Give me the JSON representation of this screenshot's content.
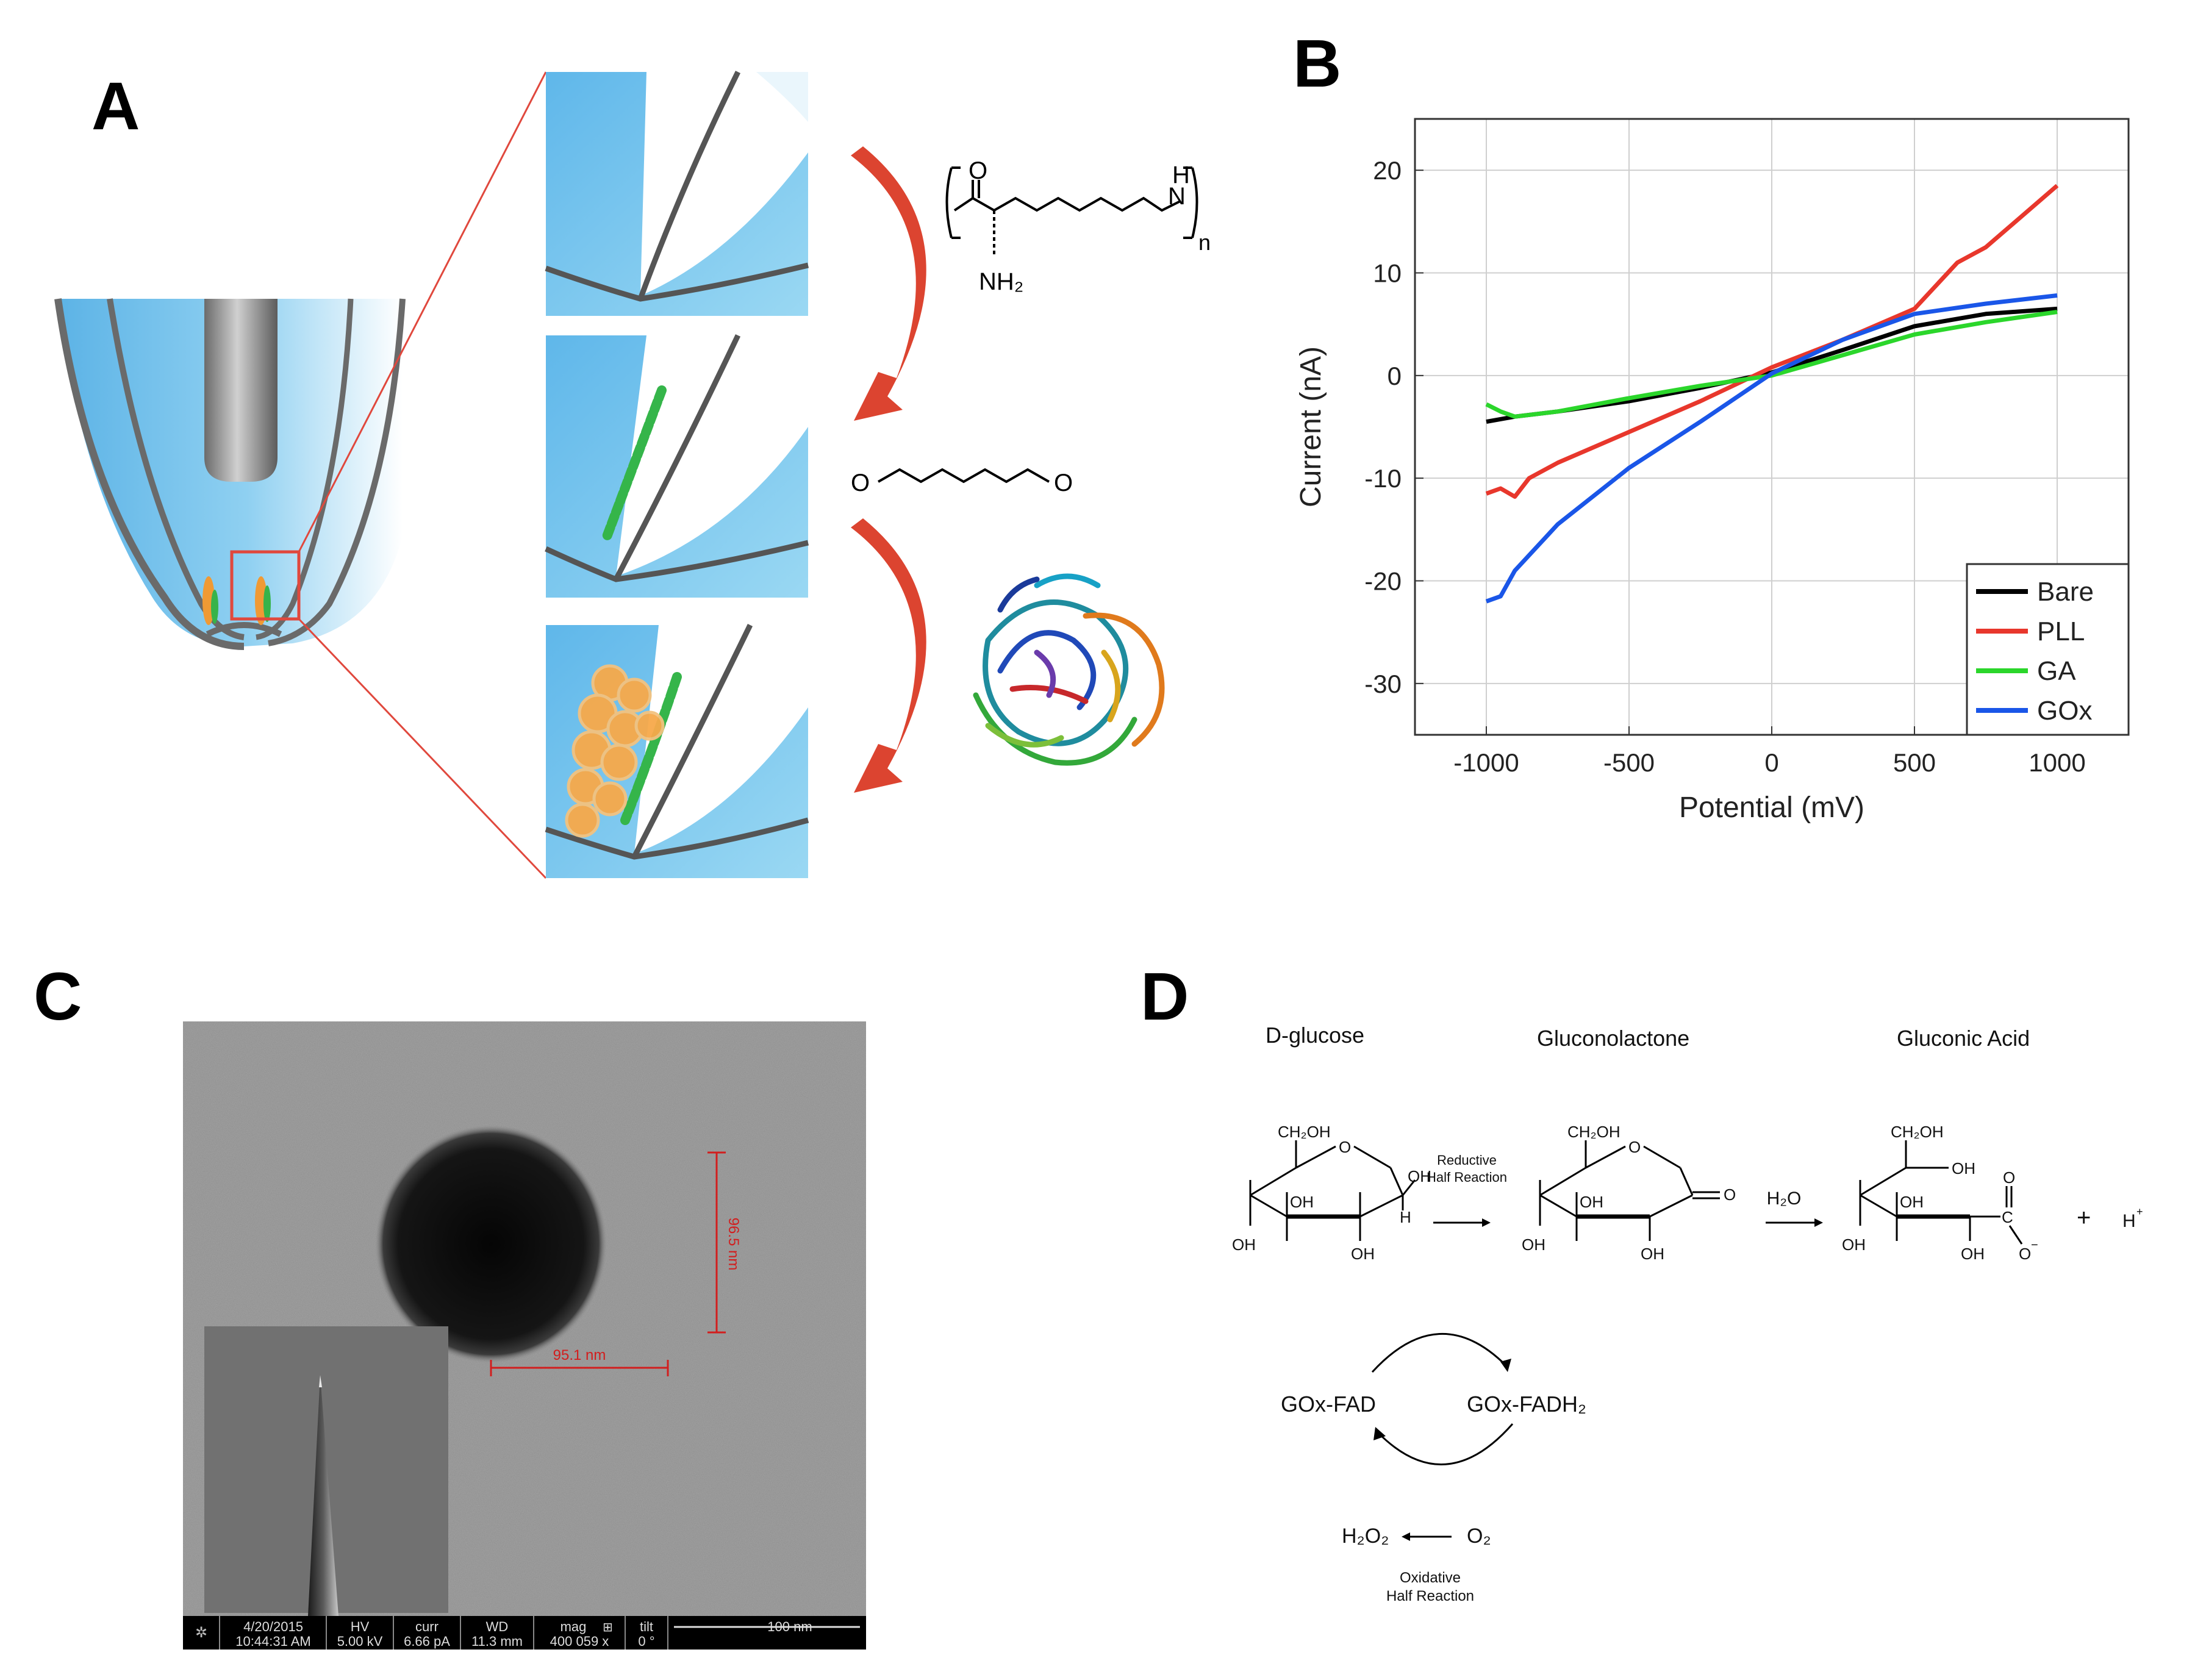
{
  "panels": {
    "a": {
      "letter": "A",
      "monomer_label": "NH₂",
      "nh_label": "N",
      "h_label": "H",
      "o_label": "O",
      "n_label": "n"
    },
    "b": {
      "letter": "B"
    },
    "c": {
      "letter": "C"
    },
    "d": {
      "letter": "D"
    }
  },
  "glutaraldehyde": {
    "o_left": "O",
    "o_right": "O"
  },
  "chart_data": {
    "type": "line",
    "xlabel": "Potential (mV)",
    "ylabel": "Current (nA)",
    "xlim": [
      -1250,
      1250
    ],
    "ylim": [
      -35,
      25
    ],
    "xticks": [
      "-1000",
      "-500",
      "0",
      "500",
      "1000"
    ],
    "yticks": [
      "20",
      "10",
      "0",
      "-10",
      "-20",
      "-30"
    ],
    "grid": true,
    "legend_position": "bottom-right",
    "series": [
      {
        "name": "Bare",
        "color": "#000000",
        "x": [
          -1000,
          -900,
          -750,
          -500,
          -250,
          0,
          250,
          500,
          750,
          1000
        ],
        "y": [
          -4.5,
          -4.0,
          -3.5,
          -2.5,
          -1.2,
          0.3,
          2.5,
          4.8,
          6.0,
          6.5
        ]
      },
      {
        "name": "PLL",
        "color": "#e8372c",
        "x": [
          -1000,
          -950,
          -900,
          -850,
          -750,
          -500,
          -250,
          0,
          250,
          500,
          650,
          750,
          1000
        ],
        "y": [
          -11.5,
          -11.0,
          -11.8,
          -10.0,
          -8.5,
          -5.5,
          -2.5,
          0.8,
          3.5,
          6.5,
          11.0,
          12.5,
          18.5
        ]
      },
      {
        "name": "GA",
        "color": "#2bd62b",
        "x": [
          -1000,
          -950,
          -900,
          -750,
          -500,
          -250,
          0,
          250,
          500,
          750,
          1000
        ],
        "y": [
          -2.8,
          -3.5,
          -4.0,
          -3.5,
          -2.2,
          -1.0,
          0.0,
          2.0,
          4.0,
          5.2,
          6.2
        ]
      },
      {
        "name": "GOx",
        "color": "#1a56e8",
        "x": [
          -1000,
          -950,
          -900,
          -800,
          -750,
          -500,
          -250,
          0,
          250,
          500,
          750,
          1000
        ],
        "y": [
          -22.0,
          -21.5,
          -19.0,
          -16.0,
          -14.5,
          -9.0,
          -4.5,
          0.2,
          3.5,
          6.0,
          7.0,
          7.8
        ]
      }
    ]
  },
  "sem": {
    "scale_vertical": "96.5 nm",
    "scale_horizontal": "95.1 nm",
    "infobar": {
      "date": "4/20/2015",
      "time": "10:44:31 AM",
      "hv_label": "HV",
      "hv_value": "5.00 kV",
      "curr_label": "curr",
      "curr_value": "6.66 pA",
      "wd_label": "WD",
      "wd_value": "11.3 mm",
      "mag_label": "mag",
      "mag_value": "400 059 x",
      "tilt_label": "tilt",
      "tilt_value": "0 °",
      "scalebar_label": "100 nm"
    }
  },
  "reaction": {
    "dglucose": "D-glucose",
    "gluconolactone": "Gluconolactone",
    "gluconic_acid": "Gluconic Acid",
    "reductive_1": "Reductive",
    "reductive_2": "Half Reaction",
    "water": "H₂O",
    "proton": "H",
    "proton_charge": "+",
    "plus": "+",
    "gox_fad": "GOx-FAD",
    "gox_fadh2": "GOx-FADH₂",
    "h2o2": "H₂O₂",
    "o2": "O₂",
    "oxidative_1": "Oxidative",
    "oxidative_2": "Half Reaction",
    "ch2oh": "CH₂OH",
    "oh": "OH",
    "o": "O",
    "h": "H",
    "c": "C",
    "o_minus": "O",
    "minus": "−"
  }
}
